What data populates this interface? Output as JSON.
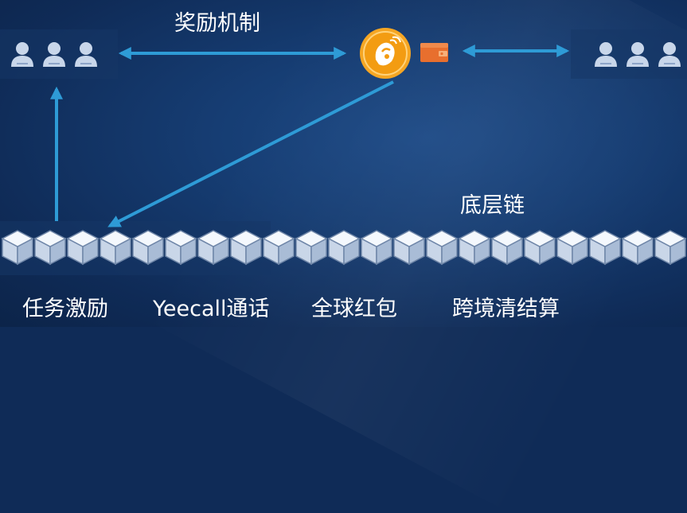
{
  "labels": {
    "incentive_mechanism": "奖励机制",
    "base_chain": "底层链"
  },
  "use_cases": [
    "任务激励",
    "Yeecall通话",
    "全球红包",
    "跨境清结算"
  ],
  "icons": {
    "user": "user-icon",
    "token": "yee-token-icon",
    "wallet": "wallet-icon",
    "block": "block-icon"
  },
  "colors": {
    "background": "#0f2b57",
    "arrow": "#2e9bd6",
    "token": "#f6a623",
    "wallet": "#e86f2e",
    "text": "#ffffff",
    "user": "#c8d6ea"
  }
}
